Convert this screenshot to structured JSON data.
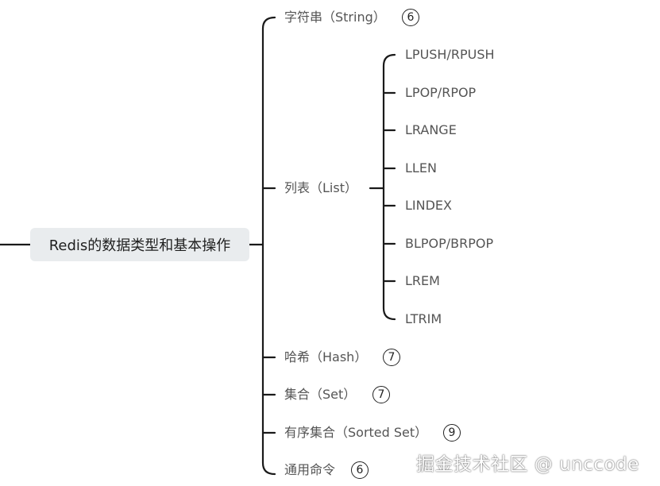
{
  "root": {
    "label": "Redis的数据类型和基本操作"
  },
  "branches": [
    {
      "label": "字符串（String）",
      "badge": "6"
    },
    {
      "label": "列表（List）",
      "badge": null
    },
    {
      "label": "哈希（Hash）",
      "badge": "7"
    },
    {
      "label": "集合（Set）",
      "badge": "7"
    },
    {
      "label": "有序集合（Sorted Set）",
      "badge": "9"
    },
    {
      "label": "通用命令",
      "badge": "6"
    }
  ],
  "list_children": [
    "LPUSH/RPUSH",
    "LPOP/RPOP",
    "LRANGE",
    "LLEN",
    "LINDEX",
    "BLPOP/BRPOP",
    "LREM",
    "LTRIM"
  ],
  "watermark": "掘金技术社区 @ unccode",
  "colors": {
    "line": "#1a1a1a",
    "root_bg": "#e9ecee",
    "text": "#555555"
  }
}
